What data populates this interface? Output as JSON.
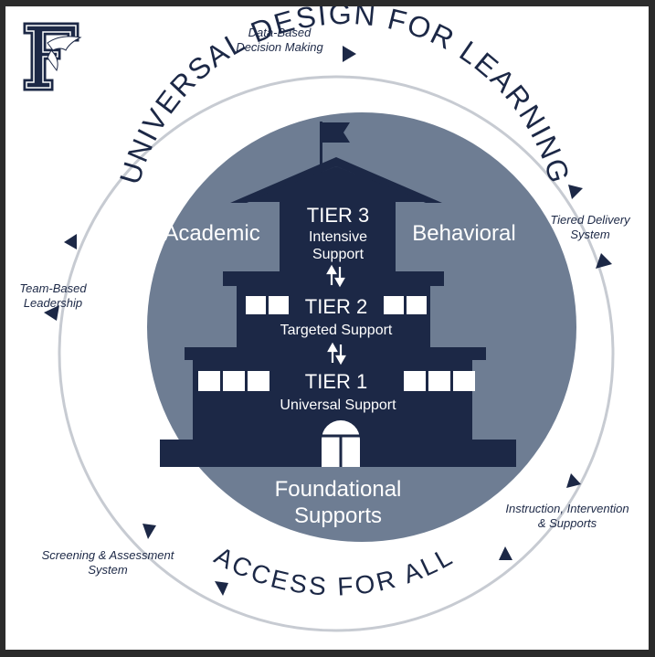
{
  "logo": {
    "letter": "F",
    "icon": "eagle-f-logo-icon"
  },
  "arc_titles": {
    "top": "UNIVERSAL DESIGN FOR LEARNING",
    "bottom": "ACCESS FOR ALL"
  },
  "cycle_labels": {
    "data_based": [
      "Data-Based",
      "Decision Making"
    ],
    "tiered_delivery": [
      "Tiered Delivery",
      "System"
    ],
    "instruction": [
      "Instruction, Intervention",
      "& Supports"
    ],
    "screening": [
      "Screening & Assessment",
      "System"
    ],
    "team_based": [
      "Team-Based",
      "Leadership"
    ]
  },
  "domains": {
    "academic": "Academic",
    "behavioral": "Behavioral"
  },
  "tiers": {
    "tier3": {
      "title": "TIER 3",
      "sub1": "Intensive",
      "sub2": "Support"
    },
    "tier2": {
      "title": "TIER 2",
      "sub": "Targeted Support"
    },
    "tier1": {
      "title": "TIER 1",
      "sub": "Universal Support"
    }
  },
  "foundation": {
    "line1": "Foundational",
    "line2": "Supports"
  },
  "colors": {
    "navy": "#1c2846",
    "circle": "#6e7d93",
    "ring": "#c7cbd2",
    "white": "#ffffff"
  }
}
